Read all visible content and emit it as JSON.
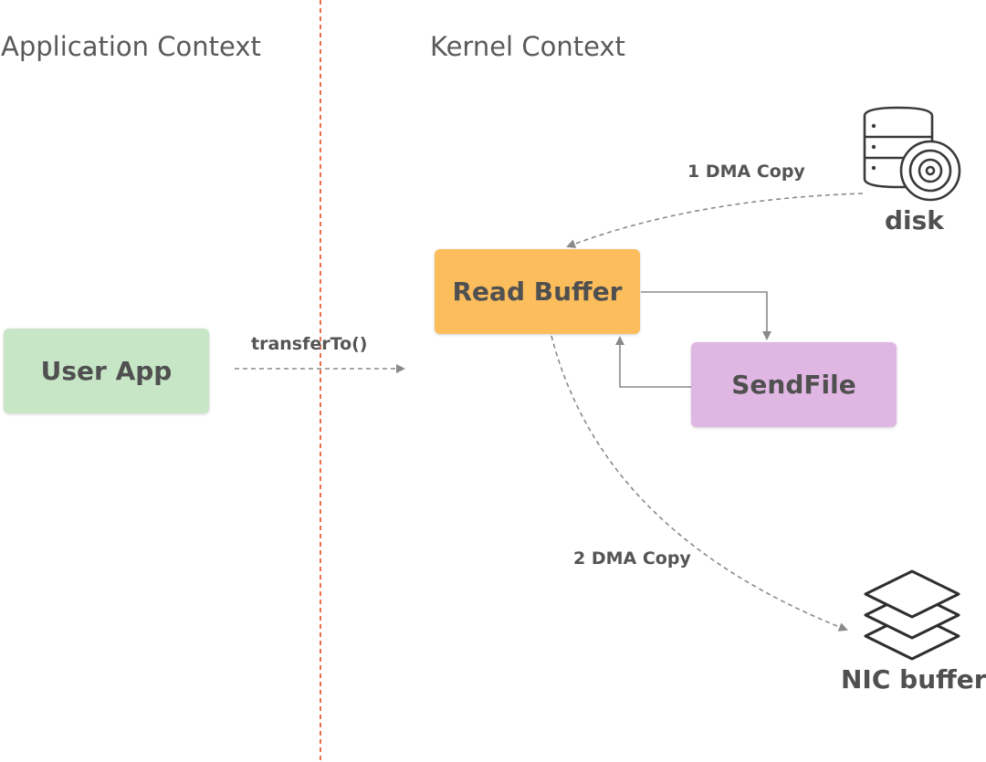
{
  "contexts": {
    "application": "Application Context",
    "kernel": "Kernel Context"
  },
  "nodes": {
    "user_app": "User App",
    "read_buffer": "Read Buffer",
    "sendfile": "SendFile"
  },
  "devices": {
    "disk": "disk",
    "nic": "NIC buffer"
  },
  "edges": {
    "call": "transferTo()",
    "dma_in": "1 DMA Copy",
    "dma_out": "2 DMA Copy"
  },
  "colors": {
    "user_app": "#c6e6c6",
    "read_buffer": "#fcbd5d",
    "sendfile": "#e0b6e3",
    "divider": "#e8704a",
    "arrow": "#8a8a8a",
    "text": "#505050"
  }
}
